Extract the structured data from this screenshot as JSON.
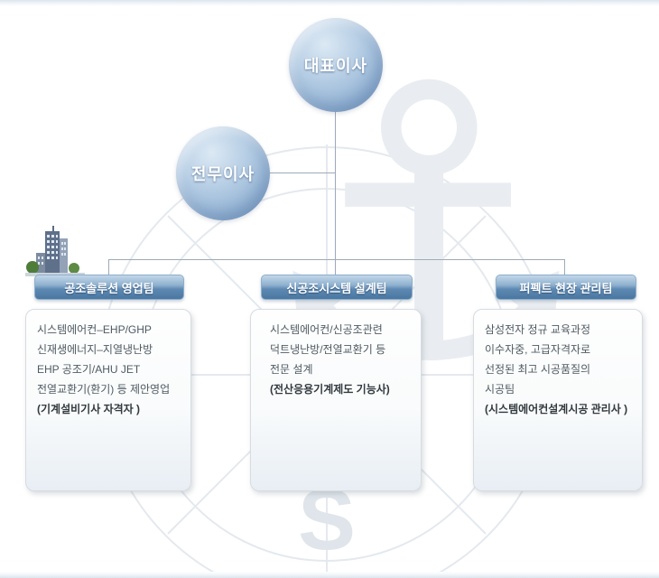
{
  "org": {
    "ceo_label": "대표이사",
    "executive_label": "전무이사",
    "teams": [
      {
        "label": "공조솔루션 영업팀",
        "lines": [
          "시스템에어컨–EHP/GHP",
          "신재생에너지–지열냉난방",
          "EHP 공조기/AHU JET",
          "전열교환기(환기) 등 제안영업"
        ],
        "qualification": "(기계설비기사 자격자 )"
      },
      {
        "label": "신공조시스템 설계팀",
        "lines": [
          "시스템에어컨/신공조관련",
          "덕트냉난방/전열교환기 등",
          "전문 설계"
        ],
        "qualification": "(전산응용기계제도 기능사)"
      },
      {
        "label": "퍼펙트 현장 관리팀",
        "lines": [
          "삼성전자 정규 교육과정",
          "이수자중, 고급자격자로",
          "선정된 최고 시공품질의",
          "시공팀"
        ],
        "qualification": "(시스템에어컨설계시공 관리사 )"
      }
    ],
    "watermark": {
      "anchor_glyph": "⚓",
      "compass_letter": "S"
    }
  }
}
